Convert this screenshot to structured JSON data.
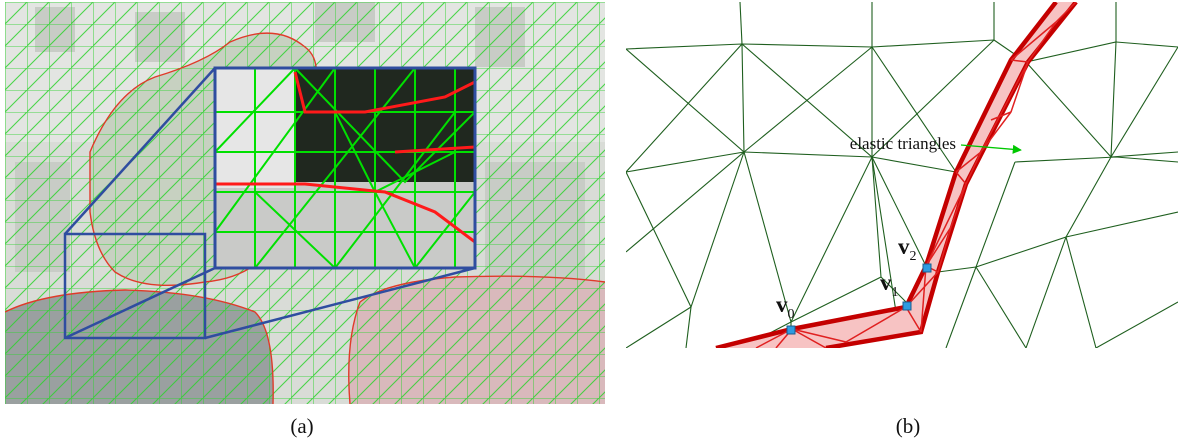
{
  "panel_a": {
    "caption": "(a)"
  },
  "panel_b": {
    "caption": "(b)",
    "annotation": "elastic triangles",
    "vertex_labels": [
      {
        "base": "v",
        "sub": "0"
      },
      {
        "base": "v",
        "sub": "1"
      },
      {
        "base": "v",
        "sub": "2"
      }
    ]
  },
  "colors": {
    "mesh_green": "#2fd22f",
    "mesh_green_bright": "#00e000",
    "region_red": "#e03a2a",
    "zoom_blue": "#2f4da0",
    "dark_mesh": "#1f5f1f",
    "band_red": "#c40000",
    "band_fill": "#f7c3c3",
    "vertex_blue": "#2f9be0"
  }
}
